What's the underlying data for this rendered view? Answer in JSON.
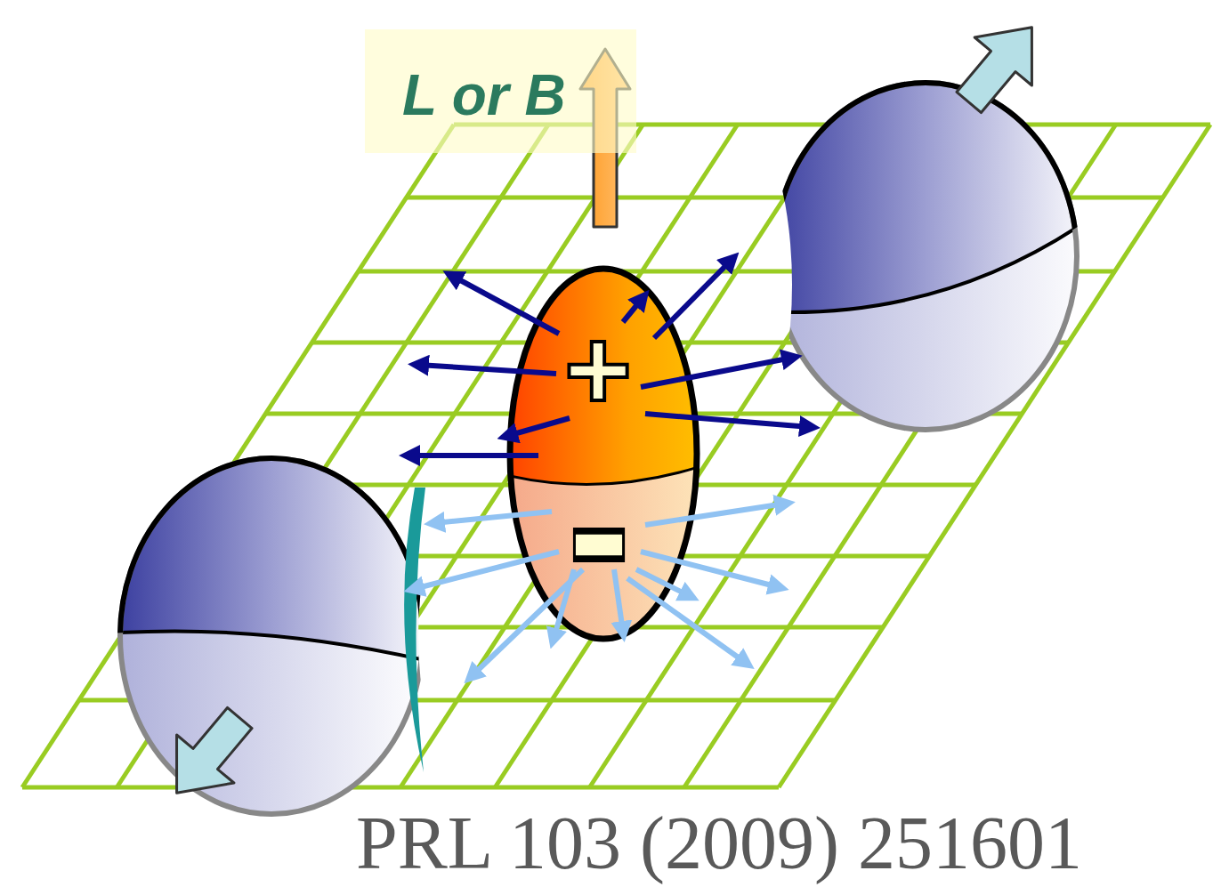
{
  "diagram": {
    "nodes": [
      {
        "text": [
          "L or B"
        ]
      },
      {
        "text": [
          "+",
          "−"
        ]
      }
    ],
    "labels": [
      "PRL 103 (2009) 251601"
    ]
  }
}
